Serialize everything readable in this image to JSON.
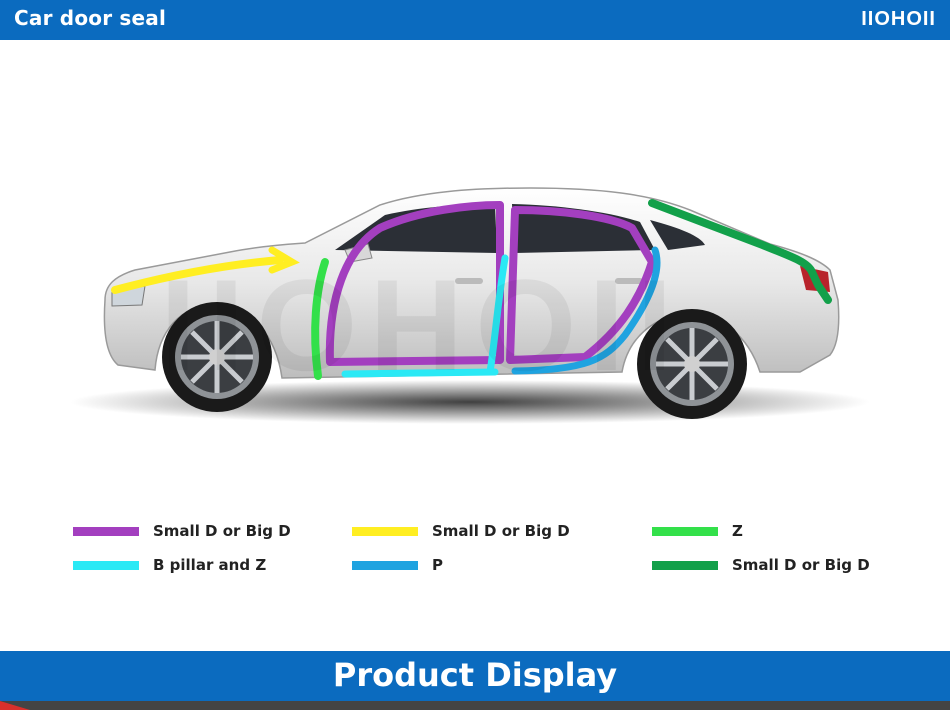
{
  "header": {
    "title": "Car door seal",
    "brand": "IIOHOII"
  },
  "watermark": "IIOHOII",
  "legend": {
    "items": [
      {
        "label": "Small D or Big D",
        "color": "#a33fbf"
      },
      {
        "label": "Small D or Big D",
        "color": "#ffee22"
      },
      {
        "label": "Z",
        "color": "#33e04a"
      },
      {
        "label": "B pillar and Z",
        "color": "#2ae9f5"
      },
      {
        "label": "P",
        "color": "#1fa3e0"
      },
      {
        "label": "Small D or Big D",
        "color": "#12a04a"
      }
    ]
  },
  "footer": {
    "title": "Product Display"
  },
  "colors": {
    "bar": "#0b6bbf",
    "accent": "#d9302c"
  }
}
